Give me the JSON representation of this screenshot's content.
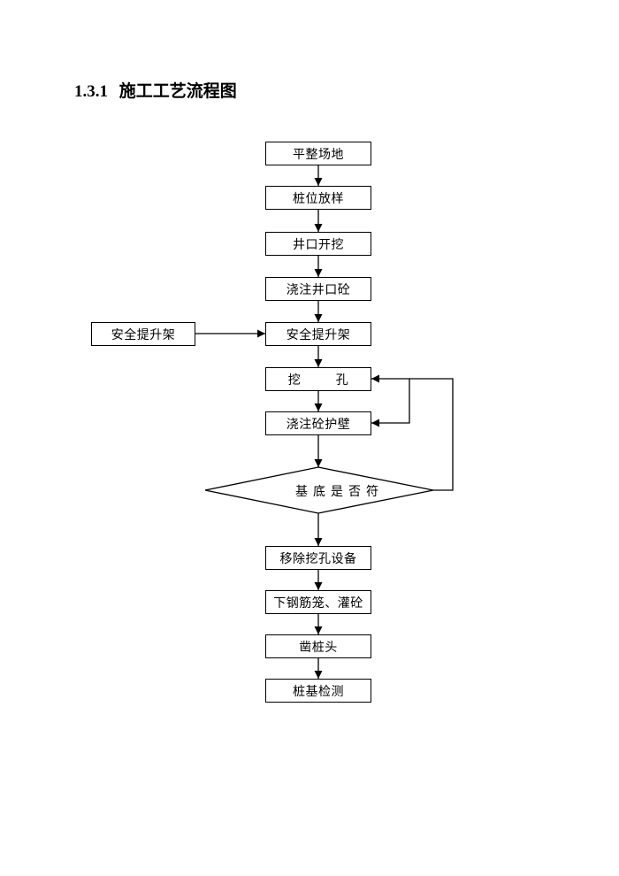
{
  "heading": {
    "number": "1.3.1",
    "title": "施工工艺流程图"
  },
  "flowchart": {
    "main_steps": [
      {
        "id": "s1",
        "label": "平整场地"
      },
      {
        "id": "s2",
        "label": "桩位放样"
      },
      {
        "id": "s3",
        "label": "井口开挖"
      },
      {
        "id": "s4",
        "label": "浇注井口砼"
      },
      {
        "id": "s5",
        "label": "安全提升架"
      },
      {
        "id": "s6",
        "label": "挖        孔"
      },
      {
        "id": "s7",
        "label": "浇注砼护壁"
      }
    ],
    "side_input": {
      "id": "side1",
      "label": "安全提升架",
      "target": "s5"
    },
    "decision": {
      "id": "d1",
      "label": "基底是否符"
    },
    "after_steps": [
      {
        "id": "s8",
        "label": "移除挖孔设备"
      },
      {
        "id": "s9",
        "label": "下钢筋笼、灌砼"
      },
      {
        "id": "s10",
        "label": "凿桩头"
      },
      {
        "id": "s11",
        "label": "桩基检测"
      }
    ],
    "feedback": {
      "from": "d1",
      "targets": [
        "s6",
        "s7"
      ]
    }
  }
}
